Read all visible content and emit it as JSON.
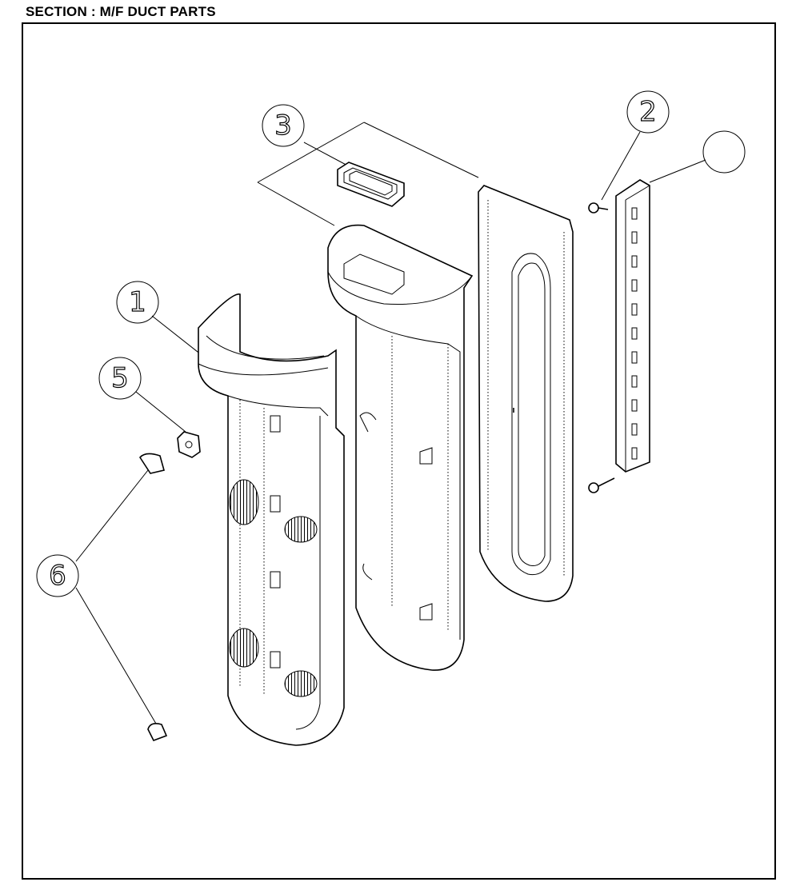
{
  "section_title": "SECTION : M/F DUCT PARTS",
  "callouts": {
    "c1": "1",
    "c2": "2",
    "c3": "3",
    "c4": "",
    "c5": "5",
    "c6": "6"
  }
}
